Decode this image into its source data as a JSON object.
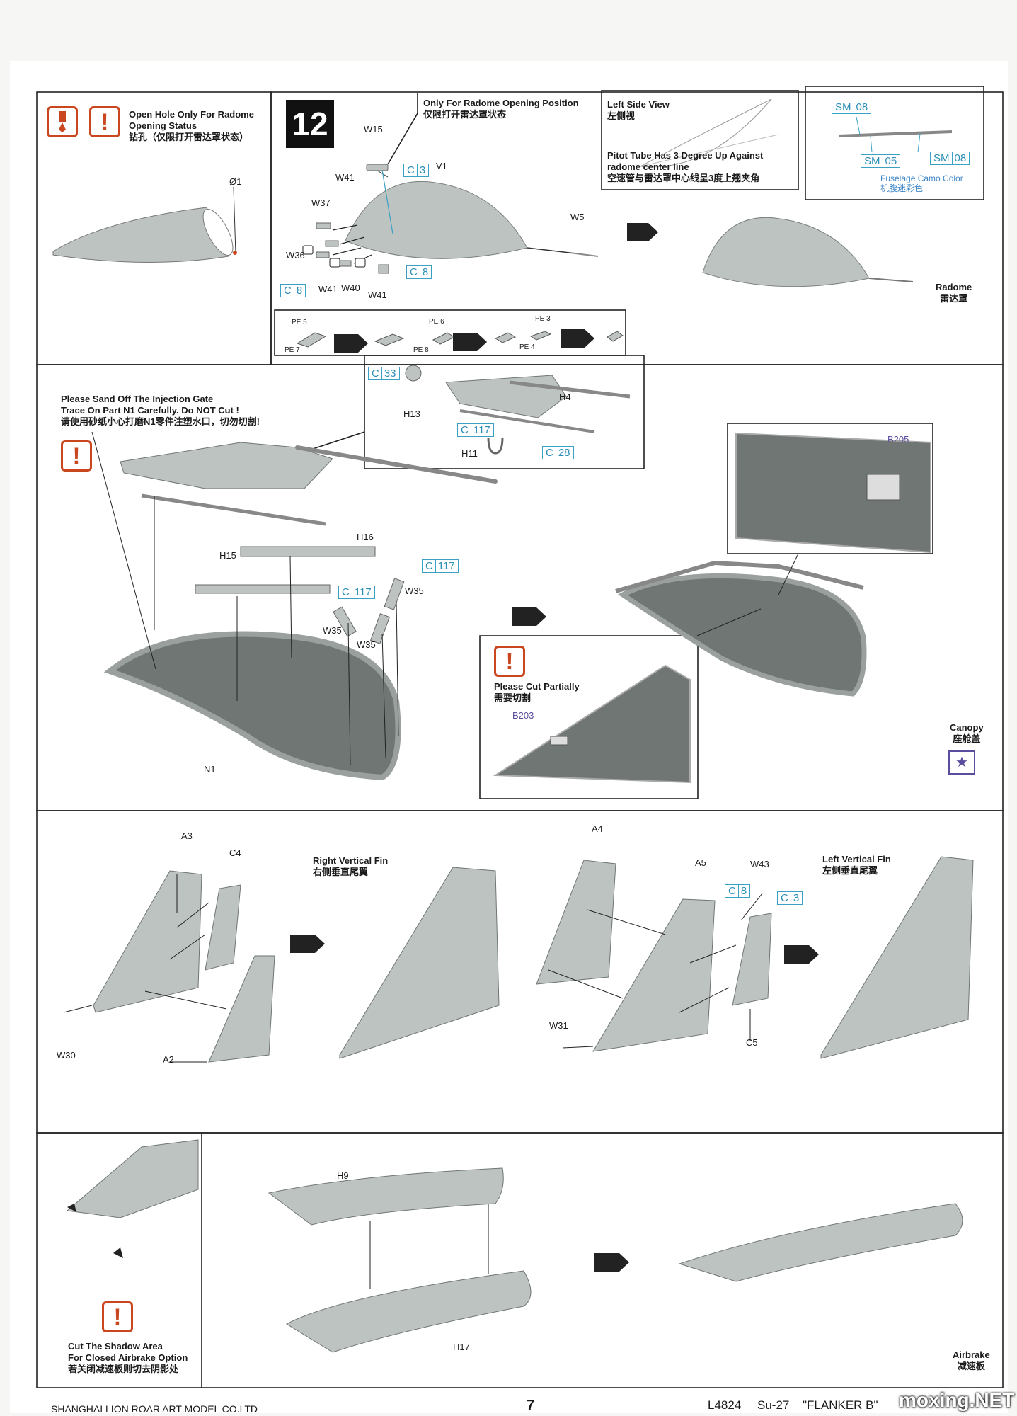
{
  "page_number": "7",
  "footer": {
    "company": "SHANGHAI LION ROAR ART MODEL CO.LTD",
    "kit_code": "L4824",
    "model": "Su-27",
    "name": "\"FLANKER B\"",
    "watermark": "moxing.NET"
  },
  "step": {
    "number": "12"
  },
  "radome_panel": {
    "open_hole_en": "Open Hole Only For Radome",
    "open_hole_en2": "Opening Status",
    "open_hole_cn": "钻孔（仅限打开雷达罩状态）",
    "diameter": "Ø1",
    "only_for_en": "Only For Radome Opening Position",
    "only_for_cn": "仅限打开雷达罩状态",
    "left_view_en": "Left Side View",
    "left_view_cn": "左侧视",
    "pitot_en": "Pitot Tube Has 3 Degree Up Against",
    "pitot_en2": "radome center line",
    "pitot_cn": "空速管与雷达罩中心线呈3度上翘夹角",
    "camo_en": "Fuselage Camo Color",
    "camo_cn": "机腹迷彩色",
    "result_en": "Radome",
    "result_cn": "雷达罩",
    "parts": {
      "w15": "W15",
      "w41a": "W41",
      "v1": "V1",
      "w37": "W37",
      "w36": "W36",
      "w41b": "W41",
      "w40": "W40",
      "w41c": "W41",
      "w5": "W5"
    },
    "sm": {
      "a": [
        "SM",
        "08"
      ],
      "b": [
        "SM",
        "05"
      ],
      "c": [
        "SM",
        "08"
      ]
    },
    "callouts": {
      "c3": [
        "C",
        "3"
      ],
      "c8a": [
        "C",
        "8"
      ],
      "c8b": [
        "C",
        "8"
      ]
    },
    "pe": {
      "pe5": "PE 5",
      "pe7": "PE 7",
      "pe6": "PE 6",
      "pe8": "PE 8",
      "pe3": "PE 3",
      "pe4": "PE 4"
    }
  },
  "canopy_panel": {
    "sand_en": "Please Sand Off The Injection Gate",
    "sand_en2": "Trace On Part N1 Carefully. Do NOT Cut !",
    "sand_cn": "请使用砂纸小心打磨N1零件注塑水口，切勿切割!",
    "cut_en": "Please Cut Partially",
    "cut_cn": "需要切割",
    "b203": "B203",
    "b205": "B205",
    "result_en": "Canopy",
    "result_cn": "座舱盖",
    "parts": {
      "h13": "H13",
      "h4": "H4",
      "h11": "H11",
      "h16": "H16",
      "h15": "H15",
      "w35a": "W35",
      "w35b": "W35",
      "w35c": "W35",
      "n1": "N1"
    },
    "callouts": {
      "c33": [
        "C",
        "33"
      ],
      "c117a": [
        "C",
        "117"
      ],
      "c28": [
        "C",
        "28"
      ],
      "c117b": [
        "C",
        "117"
      ],
      "c117c": [
        "C",
        "117"
      ]
    }
  },
  "fin_panel": {
    "right_en": "Right Vertical Fin",
    "right_cn": "右侧垂直尾翼",
    "left_en": "Left Vertical Fin",
    "left_cn": "左侧垂直尾翼",
    "parts": {
      "a3": "A3",
      "c4": "C4",
      "w30": "W30",
      "a2": "A2",
      "a4": "A4",
      "a5": "A5",
      "w43": "W43",
      "w31": "W31",
      "c5": "C5"
    },
    "callouts": {
      "c8": [
        "C",
        "8"
      ],
      "c3": [
        "C",
        "3"
      ]
    }
  },
  "airbrake_panel": {
    "cut_en": "Cut  The Shadow Area",
    "cut_en2": "For Closed Airbrake Option",
    "cut_cn": "若关闭减速板则切去阴影处",
    "result_en": "Airbrake",
    "result_cn": "减速板",
    "parts": {
      "h9": "H9",
      "h17": "H17"
    }
  },
  "colors": {
    "accent_warning": "#c9461f",
    "callout_blue": "#3aa0c4",
    "part_grey": "#bcc3c0",
    "dark_grey": "#6f7673",
    "callout_purple": "#5b4d9e"
  }
}
